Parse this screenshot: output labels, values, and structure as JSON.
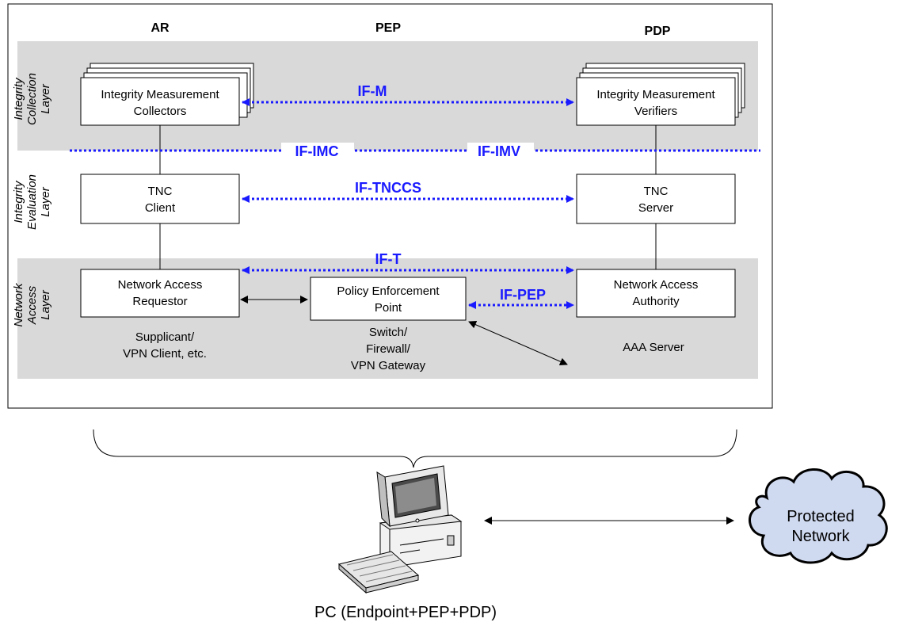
{
  "columns": {
    "ar": "AR",
    "pep": "PEP",
    "pdp": "PDP"
  },
  "layers": {
    "collection": [
      "Integrity",
      "Collection",
      "Layer"
    ],
    "evaluation": [
      "Integrity",
      "Evaluation",
      "Layer"
    ],
    "network": [
      "Network",
      "Access",
      "Layer"
    ]
  },
  "boxes": {
    "imc": [
      "Integrity Measurement",
      "Collectors"
    ],
    "imv": [
      "Integrity Measurement",
      "Verifiers"
    ],
    "tnc_client": [
      "TNC",
      "Client"
    ],
    "tnc_server": [
      "TNC",
      "Server"
    ],
    "nar": [
      "Network Access",
      "Requestor"
    ],
    "pep": [
      "Policy Enforcement",
      "Point"
    ],
    "naa": [
      "Network Access",
      "Authority"
    ]
  },
  "interfaces": {
    "if_m": "IF-M",
    "if_imc": "IF-IMC",
    "if_imv": "IF-IMV",
    "if_tnccs": "IF-TNCCS",
    "if_t": "IF-T",
    "if_pep": "IF-PEP"
  },
  "notes": {
    "ar": [
      "Supplicant/",
      "VPN Client, etc."
    ],
    "pep": [
      "Switch/",
      "Firewall/",
      "VPN Gateway"
    ],
    "pdp": "AAA Server"
  },
  "cloud": [
    "Protected",
    "Network"
  ],
  "pc_caption": "PC (Endpoint+PEP+PDP)",
  "icons": [
    "computer-icon",
    "keyboard-icon",
    "cloud-icon"
  ],
  "colors": {
    "interface": "#1a1aff",
    "layer_band": "#d9d9d9",
    "cloud": "#cfd9ef"
  }
}
